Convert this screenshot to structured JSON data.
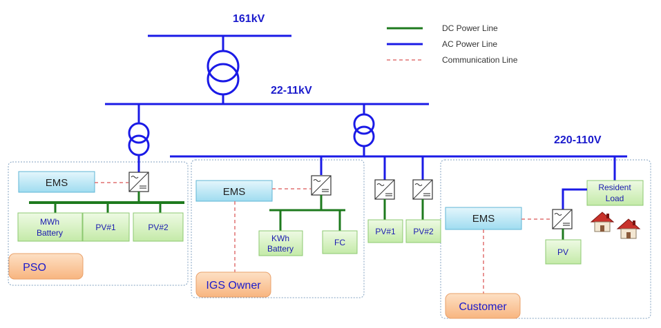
{
  "colors": {
    "dc_line": "#1e7a1e",
    "ac_line": "#1a1ae6",
    "comm_line": "#e07070",
    "ems_fill": "#bfe8f5",
    "device_fill": "#d8f2c4",
    "role_fill": "#fbc79a",
    "group_border": "#7f9fbf"
  },
  "voltages": {
    "v161": "161kV",
    "v22": "22-11kV",
    "v220": "220-110V"
  },
  "legend": {
    "dc": "DC Power Line",
    "ac": "AC Power Line",
    "comm": "Communication Line"
  },
  "pso": {
    "ems": "EMS",
    "battery_line1": "MWh",
    "battery_line2": "Battery",
    "pv1": "PV#1",
    "pv2": "PV#2",
    "role": "PSO"
  },
  "igs": {
    "ems": "EMS",
    "battery_line1": "KWh",
    "battery_line2": "Battery",
    "fc": "FC",
    "role": "IGS Owner"
  },
  "middle": {
    "pv1": "PV#1",
    "pv2": "PV#2"
  },
  "customer": {
    "ems": "EMS",
    "load_line1": "Resident",
    "load_line2": "Load",
    "pv": "PV",
    "role": "Customer"
  },
  "icons": [
    "transformer-icon",
    "inverter-icon",
    "house-icon"
  ]
}
